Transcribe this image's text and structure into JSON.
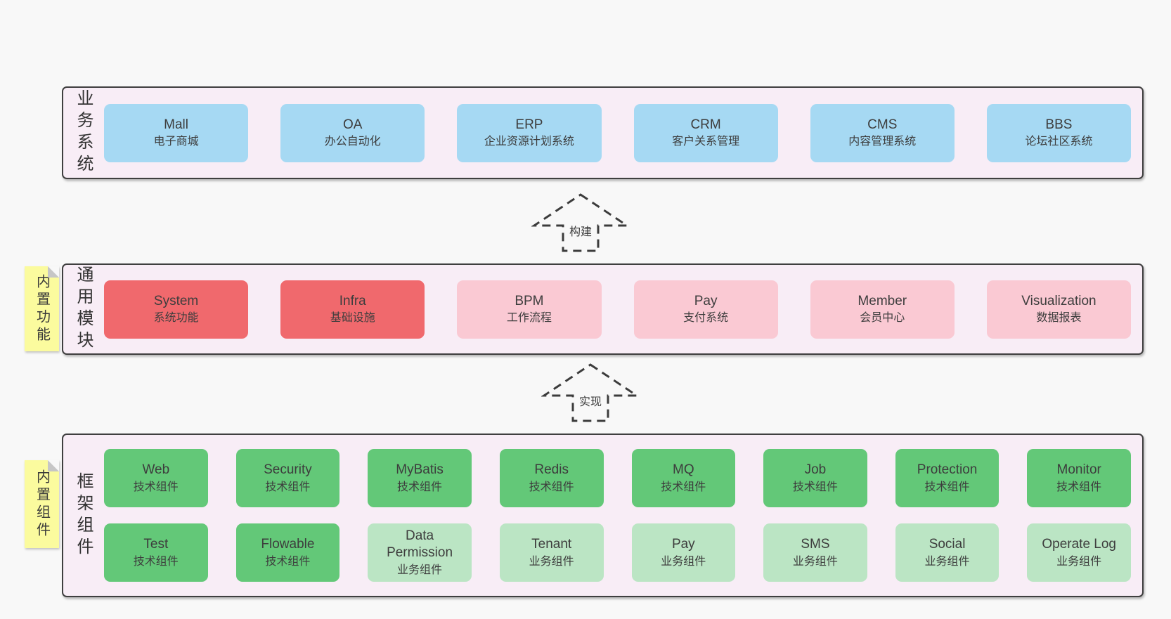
{
  "colors": {
    "page_bg": "#f8f8f8",
    "container_bg": "#f8edf6",
    "container_border": "#3f3f3f",
    "blue": "#a6d9f3",
    "red": "#f0696d",
    "pink": "#fac9d3",
    "green_dark": "#63c878",
    "green_light": "#bbe5c4",
    "yellow_tab": "#fbfb9e",
    "fold_gray": "#c6c6c6",
    "text": "#3d3d3d"
  },
  "arrows": [
    {
      "label": "构建"
    },
    {
      "label": "实现"
    }
  ],
  "sections": {
    "business": {
      "label": "业务系统",
      "items": [
        {
          "title": "Mall",
          "subtitle": "电子商城",
          "variant": "blue"
        },
        {
          "title": "OA",
          "subtitle": "办公自动化",
          "variant": "blue"
        },
        {
          "title": "ERP",
          "subtitle": "企业资源计划系统",
          "variant": "blue"
        },
        {
          "title": "CRM",
          "subtitle": "客户关系管理",
          "variant": "blue"
        },
        {
          "title": "CMS",
          "subtitle": "内容管理系统",
          "variant": "blue"
        },
        {
          "title": "BBS",
          "subtitle": "论坛社区系统",
          "variant": "blue"
        }
      ]
    },
    "modules": {
      "label": "通用模块",
      "tab": "内置功能",
      "items": [
        {
          "title": "System",
          "subtitle": "系统功能",
          "variant": "red"
        },
        {
          "title": "Infra",
          "subtitle": "基础设施",
          "variant": "red"
        },
        {
          "title": "BPM",
          "subtitle": "工作流程",
          "variant": "pink"
        },
        {
          "title": "Pay",
          "subtitle": "支付系统",
          "variant": "pink"
        },
        {
          "title": "Member",
          "subtitle": "会员中心",
          "variant": "pink"
        },
        {
          "title": "Visualization",
          "subtitle": "数据报表",
          "variant": "pink"
        }
      ]
    },
    "components": {
      "label": "框架组件",
      "tab": "内置组件",
      "rows": [
        [
          {
            "title": "Web",
            "subtitle": "技术组件",
            "variant": "green-dark"
          },
          {
            "title": "Security",
            "subtitle": "技术组件",
            "variant": "green-dark"
          },
          {
            "title": "MyBatis",
            "subtitle": "技术组件",
            "variant": "green-dark"
          },
          {
            "title": "Redis",
            "subtitle": "技术组件",
            "variant": "green-dark"
          },
          {
            "title": "MQ",
            "subtitle": "技术组件",
            "variant": "green-dark"
          },
          {
            "title": "Job",
            "subtitle": "技术组件",
            "variant": "green-dark"
          },
          {
            "title": "Protection",
            "subtitle": "技术组件",
            "variant": "green-dark"
          },
          {
            "title": "Monitor",
            "subtitle": "技术组件",
            "variant": "green-dark"
          }
        ],
        [
          {
            "title": "Test",
            "subtitle": "技术组件",
            "variant": "green-dark"
          },
          {
            "title": "Flowable",
            "subtitle": "技术组件",
            "variant": "green-dark"
          },
          {
            "title": "Data Permission",
            "subtitle": "业务组件",
            "variant": "green-light"
          },
          {
            "title": "Tenant",
            "subtitle": "业务组件",
            "variant": "green-light"
          },
          {
            "title": "Pay",
            "subtitle": "业务组件",
            "variant": "green-light"
          },
          {
            "title": "SMS",
            "subtitle": "业务组件",
            "variant": "green-light"
          },
          {
            "title": "Social",
            "subtitle": "业务组件",
            "variant": "green-light"
          },
          {
            "title": "Operate Log",
            "subtitle": "业务组件",
            "variant": "green-light"
          }
        ]
      ]
    }
  }
}
